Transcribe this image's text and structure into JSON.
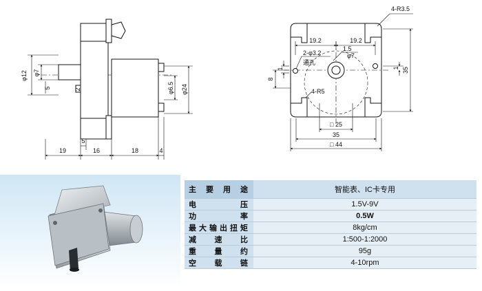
{
  "drawing": {
    "side_view": {
      "dia12": "φ12",
      "dia7": "φ7",
      "dim5_left": "5",
      "dim2": "2",
      "dia6_5": "φ6.5",
      "dia24": "φ24",
      "bottom_dims": [
        "19",
        "5",
        "16",
        "18",
        "4"
      ]
    },
    "front_view": {
      "corner_radius_label": "4-R3.5",
      "dim_19_2_left": "19.2",
      "dim_19_2_right": "19.2",
      "hole_label": "2-φ3.2",
      "hole_note": "通孔",
      "dim1_5": "1.5",
      "dia7": "φ7",
      "dim1_left": "1",
      "dim8": "8",
      "dim1_right": "1",
      "dim35_right": "35",
      "cutout_label": "4-R5",
      "dim25": "□ 25",
      "dim35_bottom": "35",
      "dim44": "□ 44"
    }
  },
  "spec_table": {
    "rows": [
      {
        "key": "主要用途",
        "value": "智能表、IC卡专用"
      },
      {
        "key": "电压",
        "value": "1.5V-9V"
      },
      {
        "key": "功率",
        "value": "0.5W"
      },
      {
        "key": "最大输出扭矩",
        "value": "8kg/cm"
      },
      {
        "key": "减速比",
        "value": "1:500-1:2000"
      },
      {
        "key": "重量约",
        "value": "95g"
      },
      {
        "key": "空载链",
        "value": "4-10rpm"
      }
    ]
  }
}
